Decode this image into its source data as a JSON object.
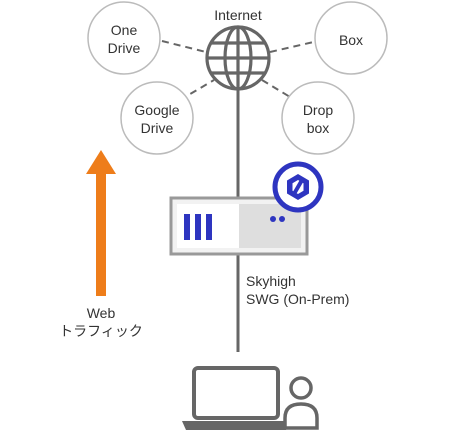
{
  "internet": {
    "label": "Internet"
  },
  "services": [
    {
      "line1": "One",
      "line2": "Drive"
    },
    {
      "line1": "Google",
      "line2": "Drive"
    },
    {
      "line1": "Box",
      "line2": ""
    },
    {
      "line1": "Drop",
      "line2": "box"
    }
  ],
  "appliance": {
    "name_line1": "Skyhigh",
    "name_line2": "SWG (On-Prem)",
    "badge_icon": "hexagon-logo-icon"
  },
  "traffic": {
    "line1": "Web",
    "line2": "トラフィック",
    "arrow_color": "#ee7d1a"
  },
  "client": {
    "laptop_icon": "laptop-icon",
    "user_icon": "user-icon"
  },
  "colors": {
    "outline": "#666666",
    "circle_stroke": "#bbbbbb",
    "accent_blue": "#2e35c0",
    "appliance_fill": "#f2f2f2",
    "appliance_panel": "#dedede"
  }
}
